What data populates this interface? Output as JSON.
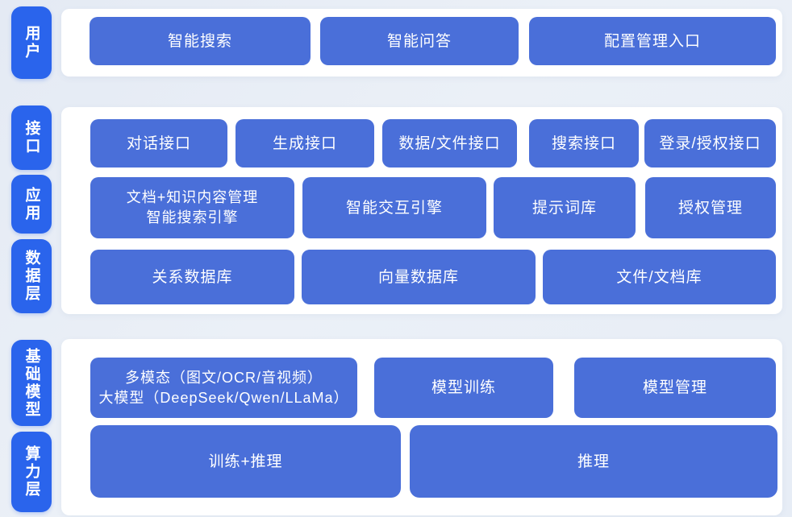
{
  "colors": {
    "background": "#e8eef6",
    "panel": "#ffffff",
    "layer_label_blue": "#2a64ec",
    "node_blue": "#4a6fd9",
    "text": "#ffffff"
  },
  "side_labels": {
    "user": "用户",
    "interface": "接口",
    "application": "应用",
    "data_layer": "数据层",
    "base_model": "基础模型",
    "compute_layer": "算力层"
  },
  "user_row": {
    "buttons": [
      "智能搜索",
      "智能问答",
      "配置管理入口"
    ]
  },
  "interface_row": {
    "buttons": [
      "对话接口",
      "生成接口",
      "数据/文件接口",
      "搜索接口",
      "登录/授权接口"
    ]
  },
  "application_row": {
    "buttons": [
      {
        "line1": "文档+知识内容管理",
        "line2": "智能搜索引擎"
      },
      {
        "line1": "智能交互引擎"
      },
      {
        "line1": "提示词库"
      },
      {
        "line1": "授权管理"
      }
    ]
  },
  "data_row": {
    "buttons": [
      "关系数据库",
      "向量数据库",
      "文件/文档库"
    ]
  },
  "model_row": {
    "buttons": [
      {
        "line1": "多模态（图文/OCR/音视频）",
        "line2": "大模型（DeepSeek/Qwen/LLaMa）"
      },
      {
        "line1": "模型训练"
      },
      {
        "line1": "模型管理"
      }
    ]
  },
  "compute_row": {
    "buttons": [
      "训练+推理",
      "推理"
    ]
  }
}
